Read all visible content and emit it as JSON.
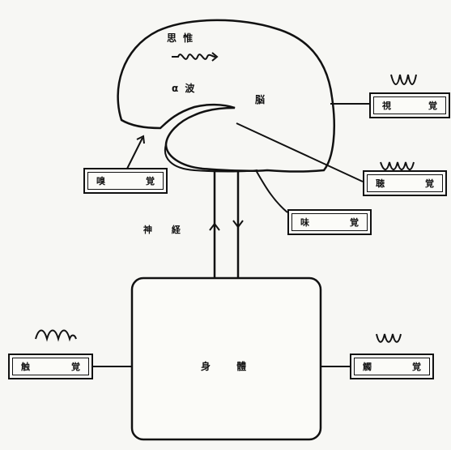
{
  "brain": {
    "thinking": "思 惟",
    "alpha_wave": "α 波",
    "brain_label": "脳"
  },
  "nerve_label": "神 経",
  "body_label": "身 體",
  "senses": {
    "vision": [
      "視",
      "覚"
    ],
    "hearing": [
      "聴",
      "覚"
    ],
    "smell": [
      "嗅",
      "覚"
    ],
    "taste": [
      "味",
      "覚"
    ],
    "touch": [
      "触",
      "覚"
    ],
    "sensation": [
      "觸",
      "覚"
    ]
  },
  "colors": {
    "ink": "#111111",
    "paper": "#f7f7f4"
  }
}
